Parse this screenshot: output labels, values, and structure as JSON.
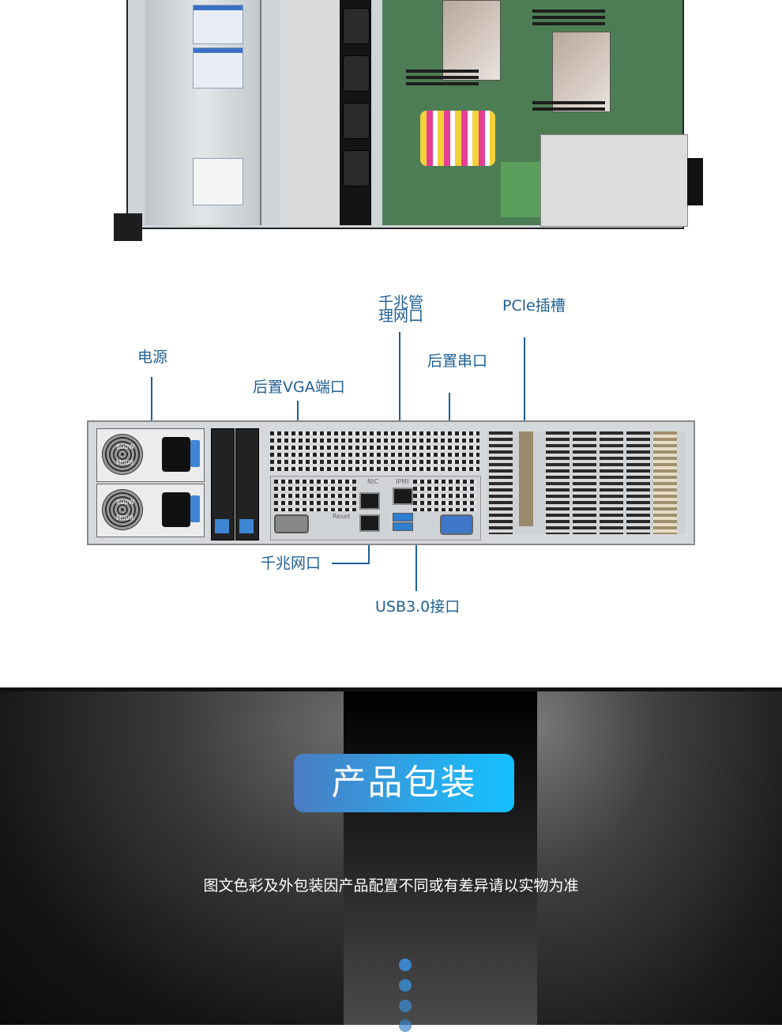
{
  "annotations": {
    "power": "电源",
    "rear_vga": "后置VGA端口",
    "mgmt_port_line1": "千兆管",
    "mgmt_port_line2": "理网口",
    "rear_serial": "后置串口",
    "pcie_slot": "PCle插槽",
    "gigabit_port": "千兆网口",
    "usb3_port": "USB3.0接口"
  },
  "rear_panel_text": {
    "psu_rating_1": "800W",
    "psu_rating_2": "800W",
    "psu_model_1": "M008",
    "psu_model_2": "M008",
    "nic": "NIC",
    "reset": "Reset",
    "ipmi": "IPMI"
  },
  "packaging": {
    "title": "产品包装",
    "disclaimer": "图文色彩及外包装因产品配置不同或有差异请以实物为准"
  },
  "colors": {
    "accent": "#1f5f95",
    "badge_start": "#4a7cc2",
    "badge_end": "#16c0ff",
    "dot": "#3a86c8"
  },
  "dots_count": 4
}
